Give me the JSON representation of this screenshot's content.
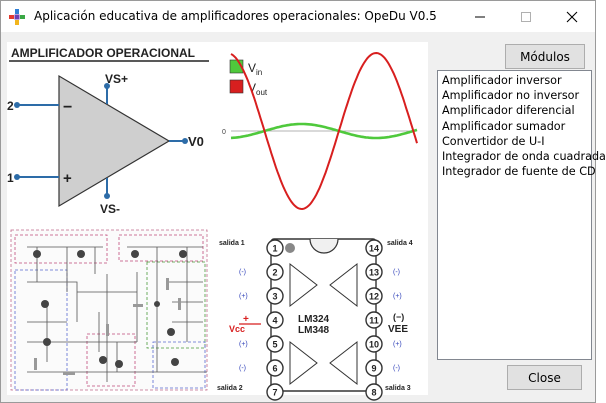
{
  "window": {
    "title": "Aplicación educativa de amplificadores operacionales: OpeDu V0.5"
  },
  "figure": {
    "opamp_title": "AMPLIFICADOR OPERACIONAL",
    "vs_plus": "VS+",
    "vs_minus": "VS-",
    "v0": "V0",
    "pin2": "2",
    "pin1": "1",
    "minus": "−",
    "plus": "+",
    "legend_vin_v": "V",
    "legend_vin_sub": "in",
    "legend_vout_v": "V",
    "legend_vout_sub": "out",
    "wave_zero": "0",
    "chip_name1": "LM324",
    "chip_name2": "LM348",
    "salida1": "salida 1",
    "salida2": "salida 2",
    "salida3": "salida 3",
    "salida4": "salida 4",
    "vcc": "Vcc",
    "vee": "VEE",
    "vee_minus": "(−)",
    "inv": "(-)",
    "noninv": "(+)",
    "pins_left": [
      "1",
      "2",
      "3",
      "4",
      "5",
      "6",
      "7"
    ],
    "pins_right": [
      "14",
      "13",
      "12",
      "11",
      "10",
      "9",
      "8"
    ]
  },
  "modules_button": "Módulos",
  "modules": [
    "Amplificador inversor",
    "Amplificador no inversor",
    "Amplificador diferencial",
    "Amplificador sumador",
    "Convertidor de U-I",
    "Integrador de onda cuadrada",
    "Integrador de fuente de CD"
  ],
  "close_button": "Close",
  "colors": {
    "vin": "#4fc93c",
    "vout": "#d81f1f",
    "opamp_fill": "#cfcfcf",
    "wire": "#2d6ca8"
  }
}
